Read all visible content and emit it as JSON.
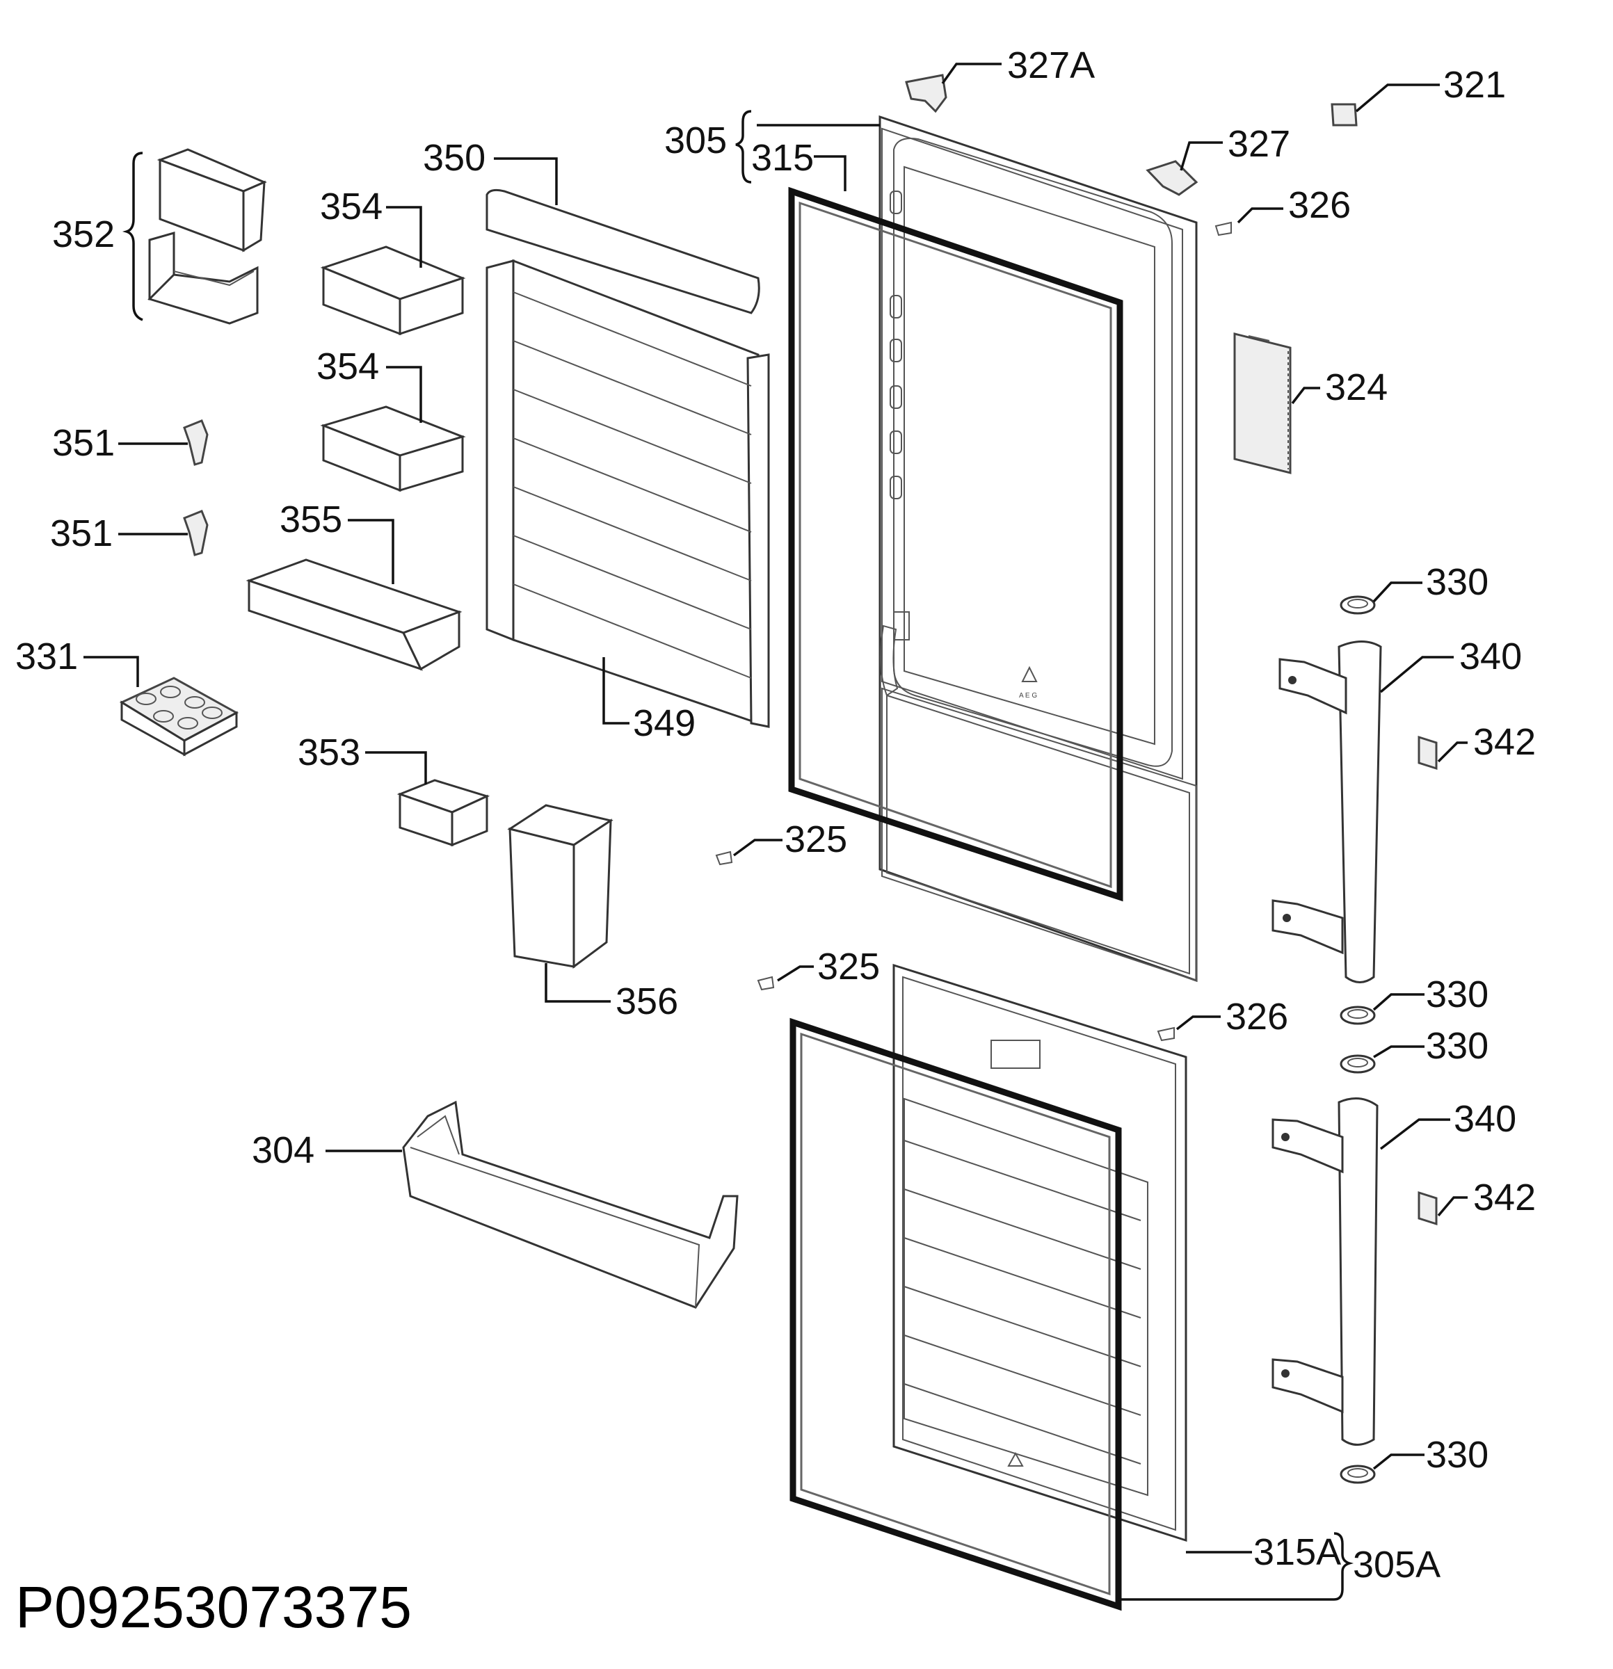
{
  "diagram": {
    "code": "P09253073375",
    "callouts": {
      "c327A": "327A",
      "c321": "321",
      "c305": "305",
      "c315": "315",
      "c327": "327",
      "c326a": "326",
      "c350": "350",
      "c352": "352",
      "c354a": "354",
      "c354b": "354",
      "c324": "324",
      "c351a": "351",
      "c351b": "351",
      "c355": "355",
      "c330a": "330",
      "c340a": "340",
      "c331": "331",
      "c342a": "342",
      "c349": "349",
      "c353": "353",
      "c325a": "325",
      "c325b": "325",
      "c356": "356",
      "c330b": "330",
      "c326b": "326",
      "c330c": "330",
      "c340b": "340",
      "c304": "304",
      "c342b": "342",
      "c330d": "330",
      "c315A": "315A",
      "c305A": "305A"
    }
  }
}
